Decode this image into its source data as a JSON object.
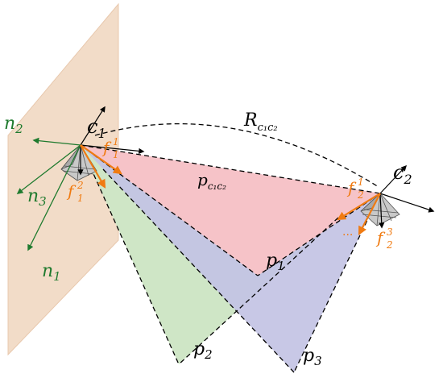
{
  "labels": {
    "c1": "c",
    "c1_sub": "1",
    "c2": "c",
    "c2_sub": "2",
    "R": "R",
    "R_sub": "c₁c₂",
    "p": "p",
    "p_sub": "c₁c₂",
    "n1": "n",
    "n1_sub": "1",
    "n2": "n",
    "n2_sub": "2",
    "n3": "n",
    "n3_sub": "3",
    "p1": "p",
    "p1_sub": "1",
    "p2": "p",
    "p2_sub": "2",
    "p3": "p",
    "p3_sub": "3",
    "f1_top": "f",
    "f1_top_sub": "1",
    "f1_top_sup": "1",
    "f1_bot": "f",
    "f1_bot_sub": "1",
    "f1_bot_sup": "2",
    "f2_top": "f",
    "f2_top_sub": "2",
    "f2_top_sup": "1",
    "f2_bot": "f",
    "f2_bot_sub": "2",
    "f2_bot_sup": "3",
    "dots": "···"
  },
  "colors": {
    "plane": "#f2dcc8",
    "plane_edge": "#e8c8ad",
    "red_region": "#f6c3c8",
    "green_region": "#cfe6c6",
    "blue_region": "#c3c3e4",
    "normal_green": "#1f7a2e",
    "feature_orange": "#f07b12",
    "camera_gray": "#9a9a9a",
    "ink": "#000000"
  }
}
